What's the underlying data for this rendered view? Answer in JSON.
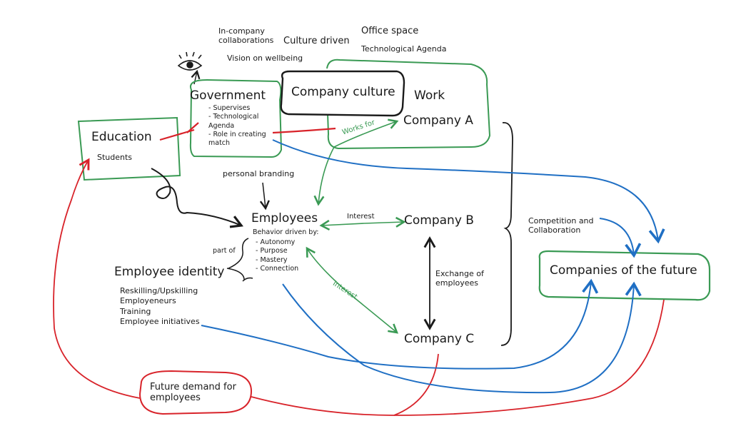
{
  "top_notes": {
    "in_company": [
      "In-company",
      "collaborations"
    ],
    "culture_driven": "Culture driven",
    "office_space": "Office space",
    "tech_agenda": "Technological Agenda",
    "vision": "Vision on wellbeing"
  },
  "government": {
    "title": "Government",
    "items": [
      "- Supervises",
      "- Technological",
      "Agenda",
      "- Role in creating",
      "match"
    ]
  },
  "company_culture": "Company culture",
  "work": "Work",
  "company_a": "Company A",
  "company_b": "Company B",
  "company_c": "Company C",
  "education": {
    "title": "Education",
    "students": "Students"
  },
  "works_for": "Works for",
  "personal_branding": "personal branding",
  "employees": {
    "title": "Employees",
    "behavior": "Behavior driven by:",
    "items": [
      "- Autonomy",
      "- Purpose",
      "- Mastery",
      "- Connection"
    ]
  },
  "interest_b": "Interest",
  "interest_c": "Interest",
  "part_of": "part of",
  "employee_identity": {
    "title": "Employee identity",
    "items": [
      "Reskilling/Upskilling",
      "Employeneurs",
      "Training",
      "Employee initiatives"
    ]
  },
  "exchange": [
    "Exchange of",
    "employees"
  ],
  "competition": [
    "Competition and",
    "Collaboration"
  ],
  "companies_future": "Companies of the future",
  "future_demand": [
    "Future demand for",
    "employees"
  ],
  "colors": {
    "green": "#3a9a54",
    "red": "#d8232a",
    "blue": "#1f6fc4",
    "black": "#1a1a1a"
  }
}
